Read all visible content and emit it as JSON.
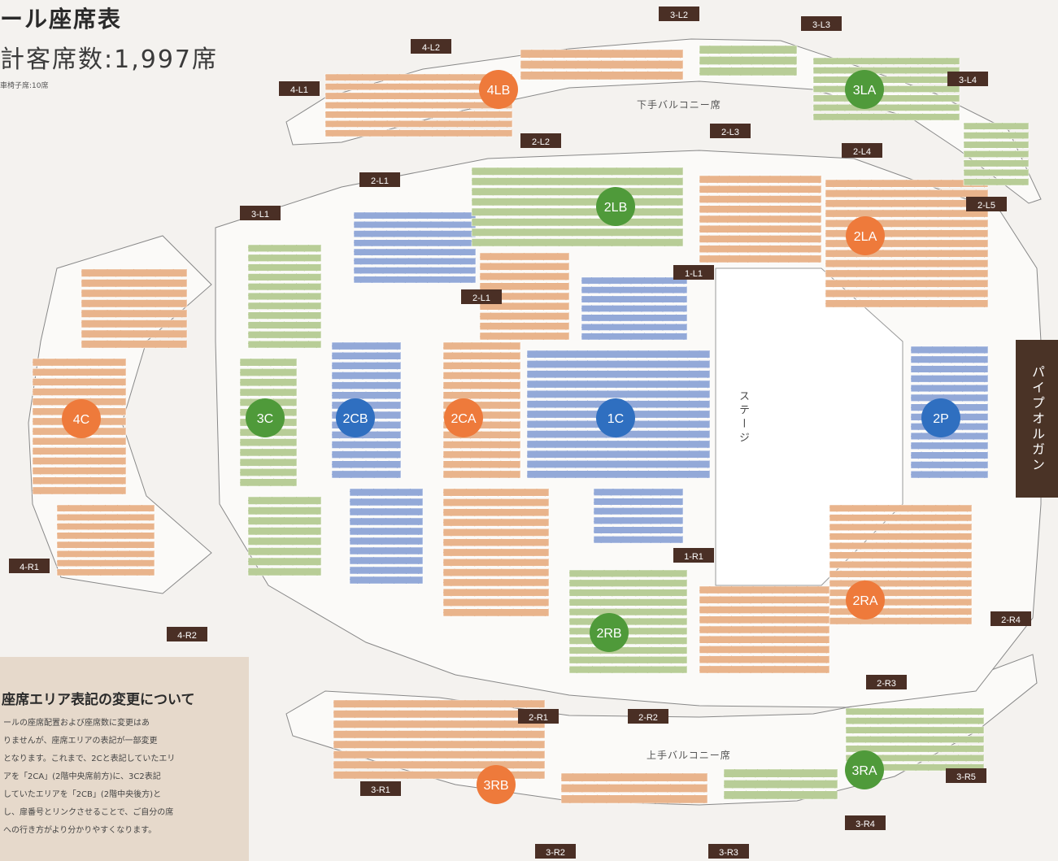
{
  "header": {
    "title": "ール座席表",
    "total_seats": "計客席数:1,997席",
    "note": "車椅子席:10席"
  },
  "notice": {
    "heading": "座席エリア表記の変更について",
    "lines": [
      "ールの座席配置および座席数に変更はあ",
      "りませんが、座席エリアの表記が一部変更",
      "となります。これまで、2Cと表記していたエリ",
      "アを「2CA」(2階中央席前方)に、3C2表記",
      "していたエリアを「2CB」(2階中央後方)と",
      "し、扉番号とリンクさせることで、ご自分の席",
      "への行き方がより分かりやすくなります。"
    ]
  },
  "stage": {
    "label": "ステージ"
  },
  "organ": {
    "label": "パイプオルガン"
  },
  "balconies": {
    "left": "下手バルコニー席",
    "right": "上手バルコニー席"
  },
  "colors": {
    "orange": "#ee7a3b",
    "green": "#4f9a3a",
    "blue": "#2f6fc0",
    "seat_orange": "#e9b48c",
    "seat_blue": "#93a9d8",
    "seat_green": "#b8cd97",
    "door": "#4a2f25"
  },
  "areas": [
    {
      "code": "4LB",
      "color": "orange"
    },
    {
      "code": "3LA",
      "color": "green"
    },
    {
      "code": "2LB",
      "color": "green"
    },
    {
      "code": "2LA",
      "color": "orange"
    },
    {
      "code": "4C",
      "color": "orange"
    },
    {
      "code": "3C",
      "color": "green"
    },
    {
      "code": "2CB",
      "color": "blue"
    },
    {
      "code": "2CA",
      "color": "orange"
    },
    {
      "code": "1C",
      "color": "blue"
    },
    {
      "code": "2P",
      "color": "blue"
    },
    {
      "code": "2RB",
      "color": "green"
    },
    {
      "code": "2RA",
      "color": "orange"
    },
    {
      "code": "3RB",
      "color": "orange"
    },
    {
      "code": "3RA",
      "color": "green"
    }
  ],
  "doors": [
    "4-L1",
    "4-L2",
    "3-L1",
    "3-L2",
    "3-L3",
    "3-L4",
    "2-L1",
    "2-L2",
    "2-L3",
    "2-L4",
    "2-L5",
    "2-L1",
    "1-L1",
    "4-R1",
    "4-R2",
    "1-R1",
    "2-R1",
    "2-R2",
    "2-R3",
    "2-R4",
    "3-R1",
    "3-R2",
    "3-R3",
    "3-R4",
    "3-R5"
  ]
}
